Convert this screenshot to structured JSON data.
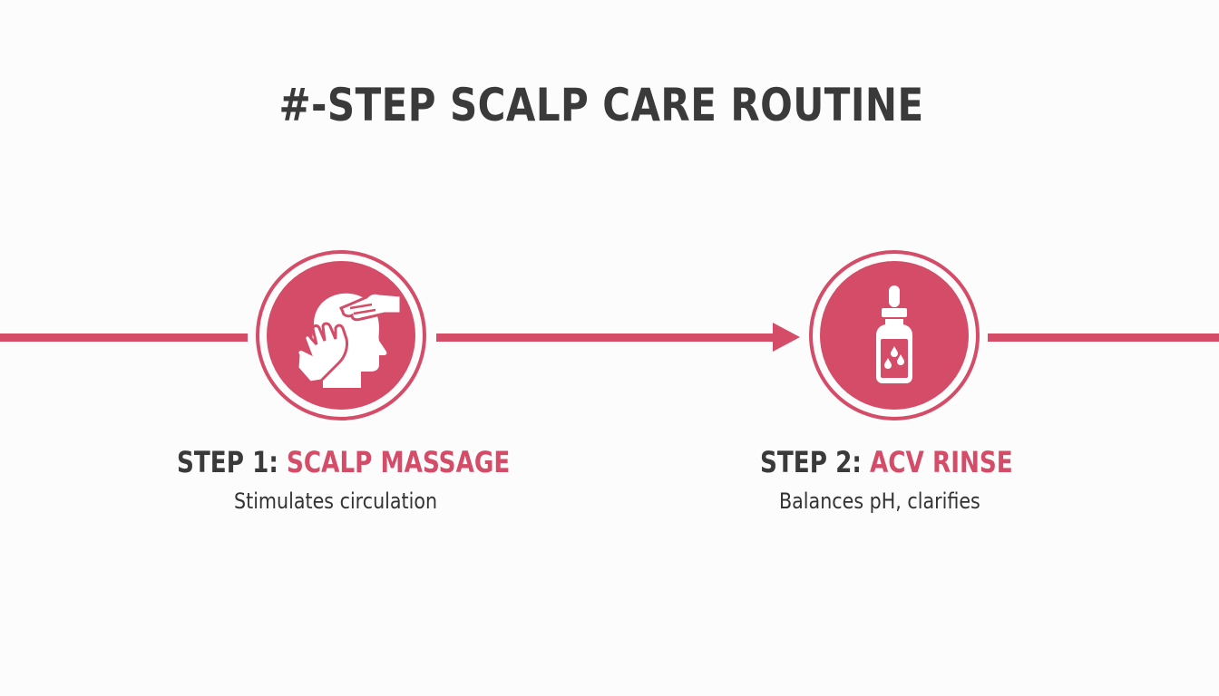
{
  "title": "#-STEP SCALP CARE ROUTINE",
  "colors": {
    "accent": "#d44c68",
    "text_dark": "#3a3a3a",
    "background": "#fcfcfc"
  },
  "steps": [
    {
      "prefix": "STEP 1:",
      "name": "SCALP MASSAGE",
      "description": "Stimulates circulation",
      "icon": "scalp-massage-icon"
    },
    {
      "prefix": "STEP 2:",
      "name": "ACV RINSE",
      "description": "Balances pH, clarifies",
      "icon": "dropper-bottle-icon"
    }
  ]
}
